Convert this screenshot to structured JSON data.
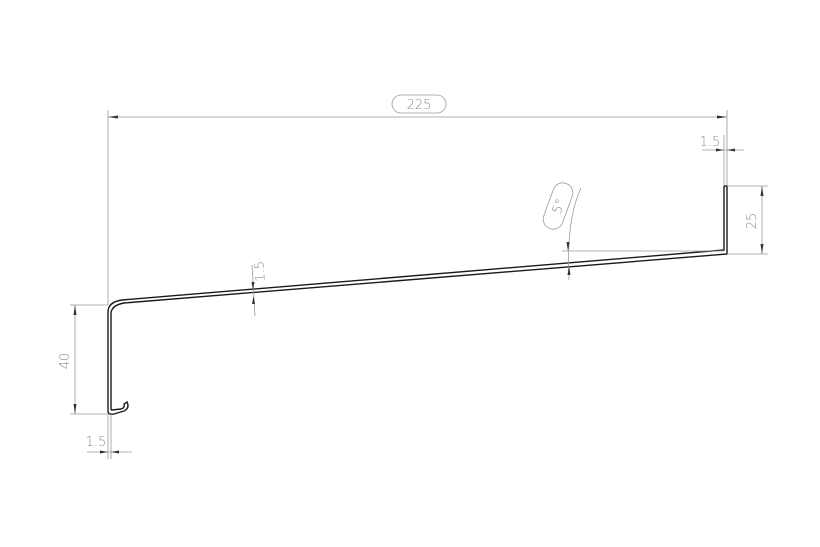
{
  "drawing": {
    "colors": {
      "profile": "#1a1a1a",
      "dimension": "#9a9a9a"
    },
    "dimensions": {
      "overall_width": "225",
      "top_right_thickness": "1.5",
      "right_upstand_height": "25",
      "slope_angle": "5°",
      "mid_thickness": "1.5",
      "left_drop_height": "40",
      "bottom_left_thickness": "1.5"
    }
  }
}
